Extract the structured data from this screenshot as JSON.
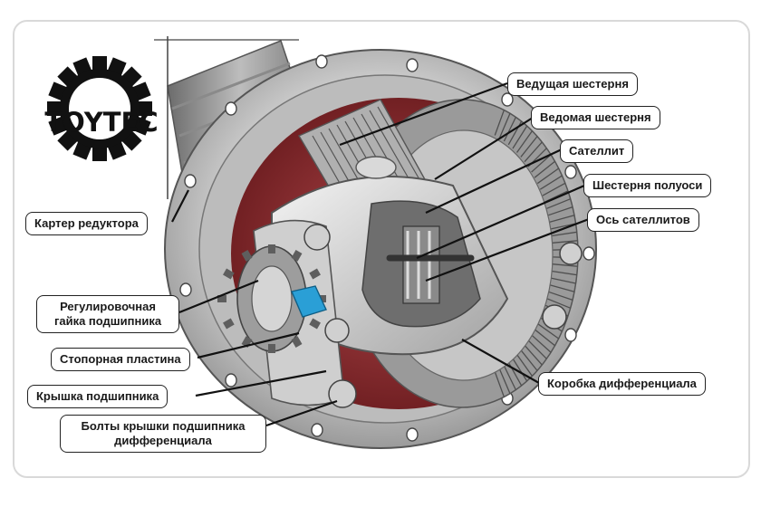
{
  "logo": {
    "text": "TOYTEC",
    "icon": "gear-icon"
  },
  "labels": {
    "drive_gear": "Ведущая шестерня",
    "ring_gear": "Ведомая шестерня",
    "satellite": "Сателлит",
    "axle_gear": "Шестерня полуоси",
    "satellite_axis": "Ось сателлитов",
    "differential_case": "Коробка дифференциала",
    "carrier_housing": "Картер редуктора",
    "adjust_nut_line1": "Регулировочная",
    "adjust_nut_line2": "гайка подшипника",
    "lock_plate": "Стопорная пластина",
    "bearing_cap": "Крышка подшипника",
    "cap_bolts_line1": "Болты крышки подшипника",
    "cap_bolts_line2": "дифференциала"
  },
  "colors": {
    "housing_red": "#8e2a2a",
    "metal_light": "#d8d8d8",
    "metal_mid": "#a9a9a9",
    "metal_dark": "#5a5a5a",
    "lock_plate_blue": "#2a9fd6"
  }
}
